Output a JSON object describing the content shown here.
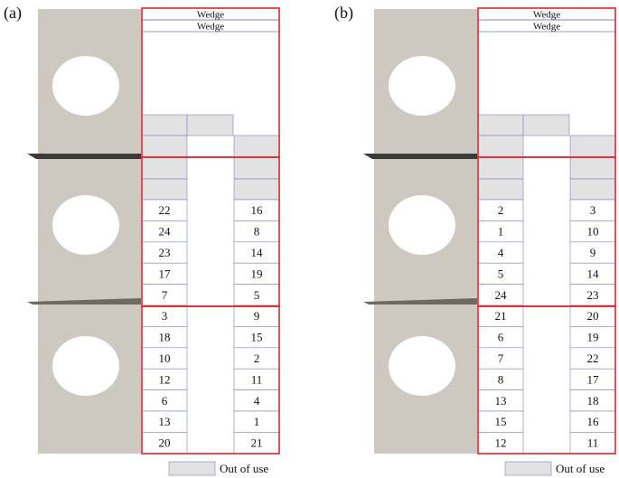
{
  "panels": [
    {
      "label": "(a)",
      "wedge_labels": [
        "Wedge",
        "Wedge"
      ],
      "left_column": [
        "22",
        "24",
        "23",
        "17",
        "7",
        "3",
        "18",
        "10",
        "12",
        "6",
        "13",
        "20"
      ],
      "right_column": [
        "16",
        "8",
        "14",
        "19",
        "5",
        "9",
        "15",
        "2",
        "11",
        "4",
        "1",
        "21"
      ]
    },
    {
      "label": "(b)",
      "wedge_labels": [
        "Wedge",
        "Wedge"
      ],
      "left_column": [
        "2",
        "1",
        "4",
        "5",
        "24",
        "21",
        "6",
        "7",
        "8",
        "13",
        "15",
        "12"
      ],
      "right_column": [
        "3",
        "10",
        "9",
        "14",
        "23",
        "20",
        "19",
        "22",
        "17",
        "18",
        "16",
        "11"
      ]
    }
  ],
  "legend": {
    "label": "Out of use",
    "color": "#e2e2e2"
  },
  "colors": {
    "plate": "#cdc8c0",
    "frame": "#e0232b",
    "cell_border": "#7b83c9",
    "blade_dark": "#3a3a3a",
    "blade_mid": "#6e6a60"
  }
}
